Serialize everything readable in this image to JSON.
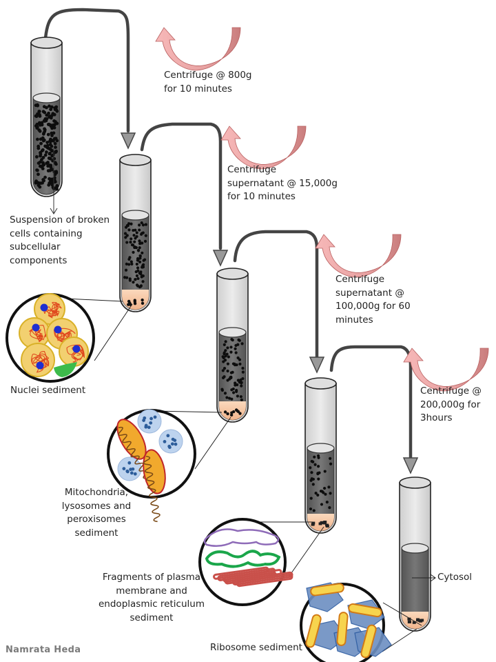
{
  "title": "Differential centrifugation of subcellular components",
  "steps": [
    {
      "id": "step1",
      "label": "Centrifuge @ 800g\nfor 10 minutes"
    },
    {
      "id": "step2",
      "label": "Centrifuge\nsupernatant @ 15,000g\nfor 10 minutes"
    },
    {
      "id": "step3",
      "label": "Centrifuge\nsupernatant @\n100,000g for 60\nminutes"
    },
    {
      "id": "step4",
      "label": "Centrifuge @\n200,000g for\n3hours"
    }
  ],
  "sediments": [
    {
      "id": "nuclei",
      "label": "Nuclei sediment"
    },
    {
      "id": "mito",
      "label": "Mitochondria,\nlysosomes and\nperoxisomes\nsediment"
    },
    {
      "id": "membrane",
      "label": "Fragments of plasma\nmembrane  and\nendoplasmic reticulum\nsediment"
    },
    {
      "id": "ribosome",
      "label": "Ribosome sediment"
    }
  ],
  "suspension_label": "Suspension of broken\ncells containing\nsubcellular\ncomponents",
  "cytosol_label": "Cytosol",
  "author": "Namrata Heda",
  "colors": {
    "tube_glass": "#e2e2e2",
    "liquid": "#6b6b6b",
    "pellet": "#f6c8a6",
    "flow_line": "#444444",
    "rotation_arrow": "#e9a0a0",
    "nucleus_blue": "#1f2fd1",
    "cell_yellow": "#f3c743",
    "chromatin_red": "#e0491e",
    "mito_orange": "#f1a92d",
    "lysosome_blue": "#bdd3ee",
    "er_red": "#c9504a",
    "membrane_green": "#1aa64a",
    "membrane_purple": "#8e6bb8",
    "ribosome_blue": "#6c8fc2",
    "ribosome_yellow": "#f7d44e"
  }
}
